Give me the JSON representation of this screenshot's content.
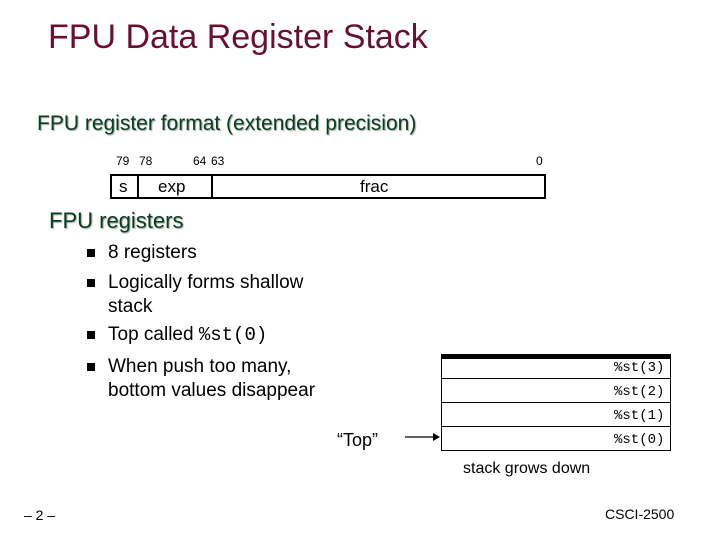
{
  "title": "FPU Data Register Stack",
  "format": {
    "heading": "FPU register format (extended precision)",
    "bit_labels": [
      "79",
      "78",
      "64",
      "63",
      "0"
    ],
    "fields": [
      "s",
      "exp",
      "frac"
    ]
  },
  "registers": {
    "heading": "FPU registers",
    "bullets": [
      "8 registers",
      "Logically forms shallow",
      "stack",
      "Top called ",
      "%st(0)",
      "When push too many,",
      "bottom values disappear"
    ]
  },
  "stack": {
    "labels": [
      "%st(3)",
      "%st(2)",
      "%st(1)",
      "%st(0)"
    ],
    "top_label": "“Top”",
    "caption": "stack grows down"
  },
  "footer": {
    "page": "– 2 –",
    "course": "CSCI-2500"
  }
}
